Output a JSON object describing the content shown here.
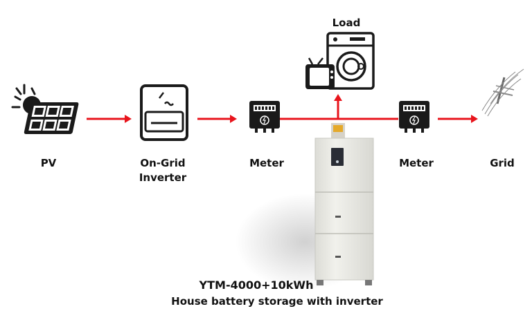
{
  "nodes": {
    "pv": {
      "label": "PV",
      "icon": "solar-panel-icon"
    },
    "inverter": {
      "label_line1": "On-Grid",
      "label_line2": "Inverter",
      "icon": "inverter-icon",
      "symbol": "⁄∼"
    },
    "meter_left": {
      "label": "Meter",
      "icon": "electric-meter-icon"
    },
    "meter_right": {
      "label": "Meter",
      "icon": "electric-meter-icon"
    },
    "grid": {
      "label": "Grid",
      "icon": "power-pole-icon"
    },
    "load": {
      "label": "Load",
      "icon": "appliances-icon"
    }
  },
  "battery": {
    "model": "YTM-4000+10kWh",
    "description": "House battery storage with inverter",
    "icon": "battery-cabinet-icon"
  },
  "colors": {
    "flow": "#e8141c",
    "icon": "#1a1a1a",
    "cabinet": "#ecece8"
  }
}
